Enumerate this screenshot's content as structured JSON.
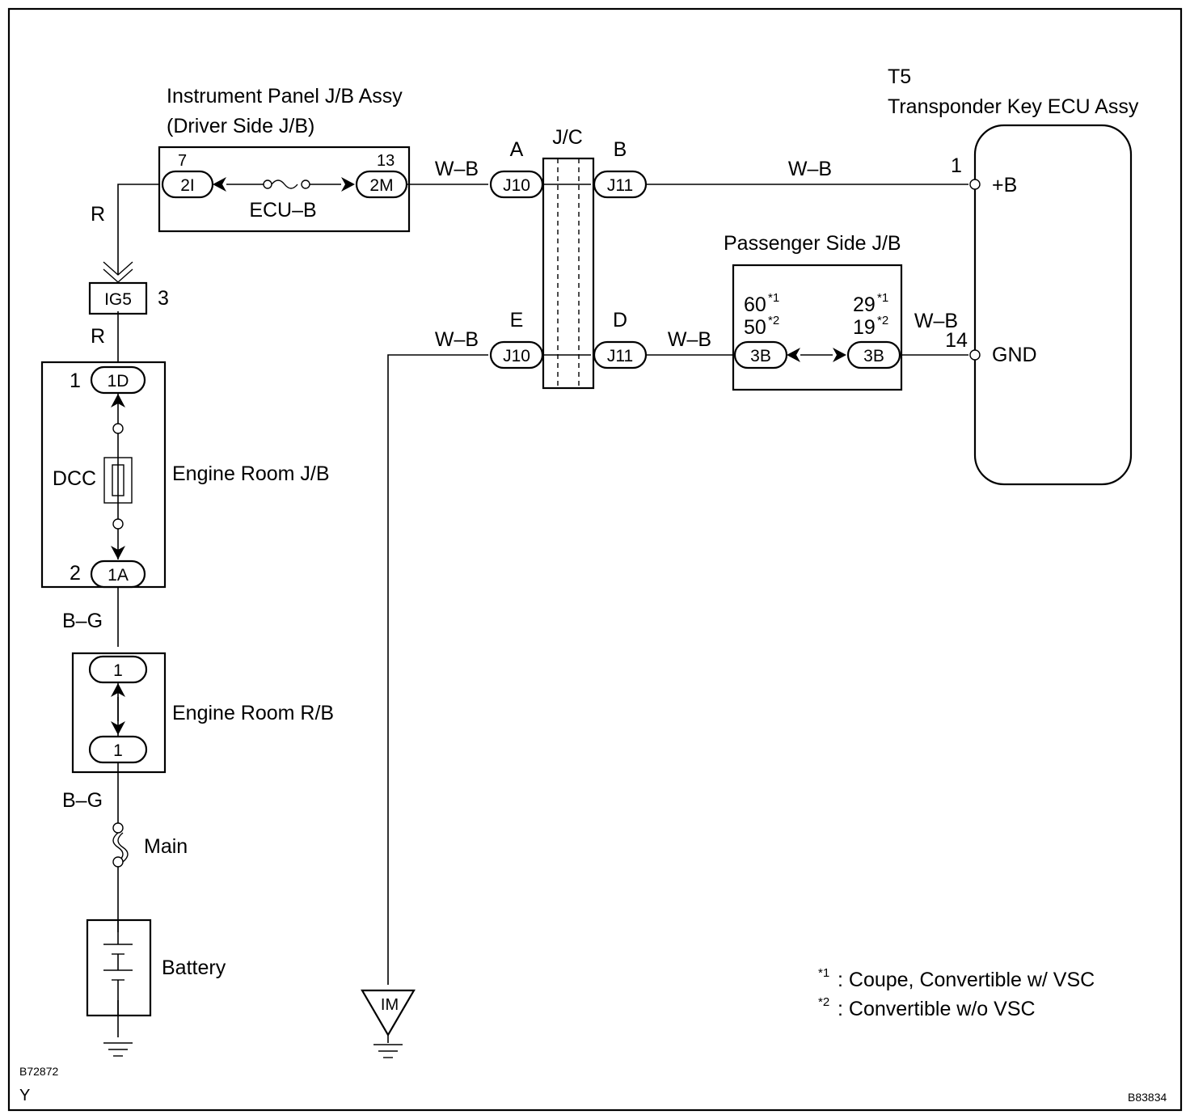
{
  "components": {
    "instrument_panel_jb": {
      "name": "Instrument Panel J/B Assy",
      "sub": "(Driver Side J/B)",
      "fuse": "ECU–B",
      "pin_in": "7",
      "conn_in": "2I",
      "pin_out": "13",
      "conn_out": "2M"
    },
    "jc": {
      "name": "J/C",
      "terminal_a": "A",
      "terminal_b": "B",
      "terminal_d": "D",
      "terminal_e": "E",
      "conn_j10": "J10",
      "conn_j11": "J11"
    },
    "ecu": {
      "code": "T5",
      "name": "Transponder Key ECU Assy",
      "pin_b": "1",
      "terminal_b": "+B",
      "pin_gnd": "14",
      "terminal_gnd": "GND"
    },
    "passenger_jb": {
      "name": "Passenger Side J/B",
      "conn": "3B",
      "pin_l1": "60",
      "pin_l2": "50",
      "pin_r1": "29",
      "pin_r2": "19",
      "star1": "*1",
      "star2": "*2"
    },
    "ig5": {
      "name": "IG5",
      "pin": "3"
    },
    "engine_room_jb": {
      "name": "Engine Room J/B",
      "fuse": "DCC",
      "pin_top": "1",
      "conn_top": "1D",
      "pin_bottom": "2",
      "conn_bottom": "1A"
    },
    "engine_room_rb": {
      "name": "Engine Room R/B",
      "conn_top": "1",
      "conn_bottom": "1"
    },
    "main_fuse": {
      "name": "Main"
    },
    "battery": {
      "name": "Battery"
    },
    "ground_im": {
      "name": "IM"
    }
  },
  "wires": {
    "r_top": "R",
    "r_bottom": "R",
    "bg_top": "B–G",
    "bg_bottom": "B–G",
    "wb_jb_jc": "W–B",
    "wb_jc_ecu": "W–B",
    "wb_ground_jc": "W–B",
    "wb_jc_pjb": "W–B",
    "wb_pjb_ecu": "W–B"
  },
  "legend": {
    "star1": "*1",
    "note1": ": Coupe, Convertible w/ VSC",
    "star2": "*2",
    "note2": ": Convertible w/o VSC"
  },
  "codes": {
    "left": "B72872",
    "right": "B83834",
    "corner": "Y"
  }
}
